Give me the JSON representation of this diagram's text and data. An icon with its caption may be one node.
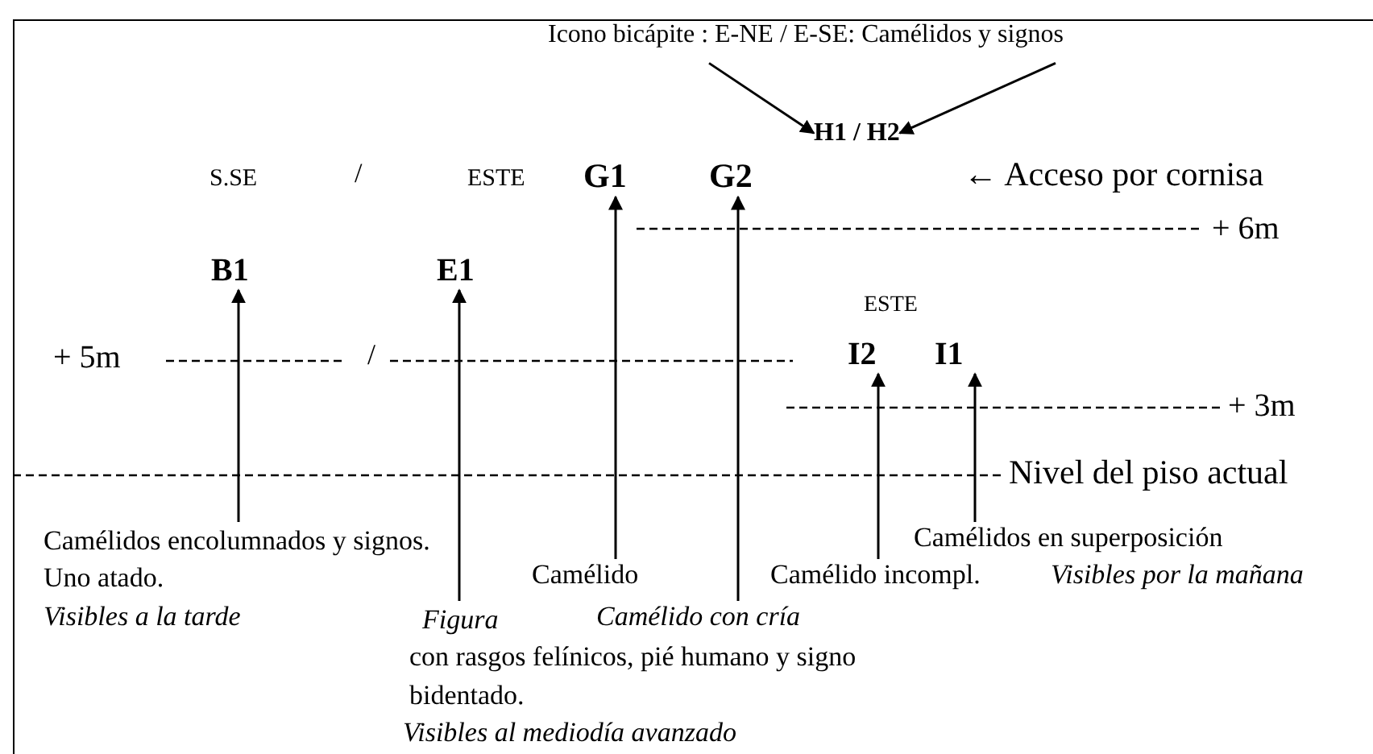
{
  "diagram": {
    "nodes": [
      {
        "text": [
          "Icono bicápite :  E-NE   / E-SE: Camélidos y signos"
        ]
      },
      {
        "text": [
          "H1 / H2"
        ]
      },
      {
        "text": [
          "G1"
        ]
      },
      {
        "text": [
          "G2"
        ]
      },
      {
        "text": [
          "B1"
        ]
      },
      {
        "text": [
          "E1"
        ]
      },
      {
        "text": [
          "I2"
        ]
      },
      {
        "text": [
          "I1"
        ]
      },
      {
        "text": [
          "Camélidos encolumnados y signos. Uno atado.",
          "Visibles a la tarde"
        ]
      },
      {
        "text": [
          "Figura",
          "con rasgos felínicos, pié humano  y signo bidentado.",
          "Visibles al mediodía avanzado"
        ]
      },
      {
        "text": [
          "Camélido"
        ]
      },
      {
        "text": [
          "Camélido con cría"
        ]
      },
      {
        "text": [
          "Camélido incompl."
        ]
      },
      {
        "text": [
          "Camélidos en superposición"
        ]
      }
    ],
    "edges": [
      {
        "from": 0,
        "to": 1,
        "arrow": "to"
      },
      {
        "from": 0,
        "to": 1,
        "arrow": "to"
      },
      {
        "from": 8,
        "to": 4,
        "arrow": "to"
      },
      {
        "from": 9,
        "to": 5,
        "arrow": "to"
      },
      {
        "from": 10,
        "to": 2,
        "arrow": "to"
      },
      {
        "from": 11,
        "to": 3,
        "arrow": "to"
      },
      {
        "from": 12,
        "to": 6,
        "arrow": "to"
      },
      {
        "from": 13,
        "to": 7,
        "arrow": "to"
      }
    ],
    "labels": [
      "S.SE",
      "/",
      "ESTE",
      "← Acceso por cornisa",
      "+ 6m",
      "ESTE",
      "+ 5m",
      "/",
      "+ 3m",
      "Nivel del piso actual",
      "Visibles por la mañana"
    ]
  }
}
